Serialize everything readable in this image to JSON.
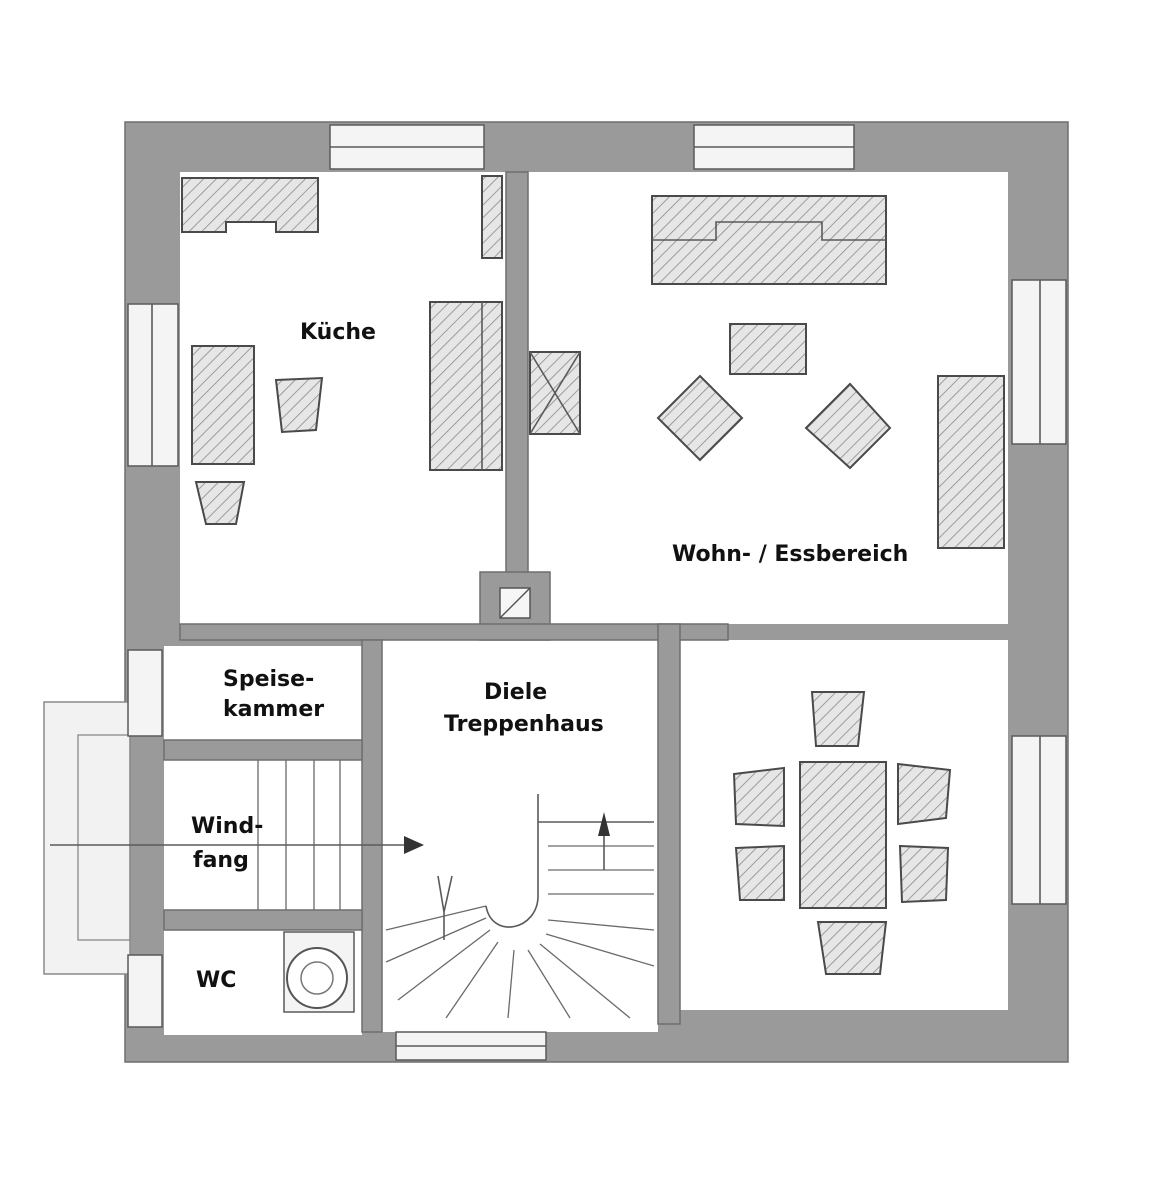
{
  "plan": {
    "rooms": {
      "kueche": "Küche",
      "wohn": "Wohn- / Essbereich",
      "speise_1": "Speise-",
      "speise_2": "kammer",
      "diele_1": "Diele",
      "diele_2": "Treppenhaus",
      "windfang_1": "Wind-",
      "windfang_2": "fang",
      "wc": "WC"
    },
    "colors": {
      "wall": "#9a9a9a",
      "line": "#4a4a4a",
      "background": "#ffffff"
    }
  }
}
